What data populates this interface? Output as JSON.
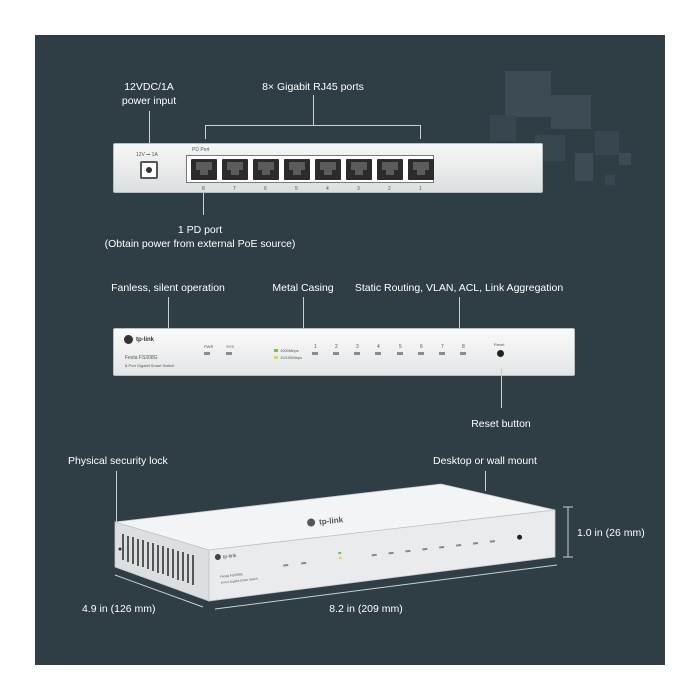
{
  "rear": {
    "power_label_1": "12VDC/1A",
    "power_label_2": "power input",
    "ports_label": "8× Gigabit RJ45 ports",
    "pd_label_1": "1 PD port",
    "pd_label_2": "(Obtain power from external PoE source)",
    "jack_text": "12V ⎓ 1A",
    "pd_port_text": "PD Port",
    "port_numbers": [
      "8",
      "7",
      "6",
      "5",
      "4",
      "3",
      "2",
      "1"
    ]
  },
  "front": {
    "fanless_label": "Fanless, silent operation",
    "metal_label": "Metal Casing",
    "features_label": "Static Routing, VLAN, ACL, Link Aggregation",
    "reset_label": "Reset button",
    "brand": "tp-link",
    "model": "Festa FS308G",
    "model_desc": "8-Port Gigabit Smart Switch",
    "pwr": "PWR",
    "sys": "SYS",
    "speed_1000": "1000Mbps",
    "speed_10_100": "10/100Mbps",
    "reset_text": "Reset",
    "port_numbers": [
      "1",
      "2",
      "3",
      "4",
      "5",
      "6",
      "7",
      "8"
    ]
  },
  "iso": {
    "lock_label": "Physical security lock",
    "mount_label": "Desktop or wall mount",
    "height_label": "1.0 in (26 mm)",
    "depth_label": "4.9 in (126 mm)",
    "width_label": "8.2 in (209 mm)",
    "brand": "tp-link",
    "model": "Festa FS308G",
    "model_desc": "8-Port Gigabit Smart Switch"
  },
  "colors": {
    "panel_bg": "#2f3d45",
    "led_green": "#7cc242",
    "led_yellow": "#e7d43a"
  }
}
